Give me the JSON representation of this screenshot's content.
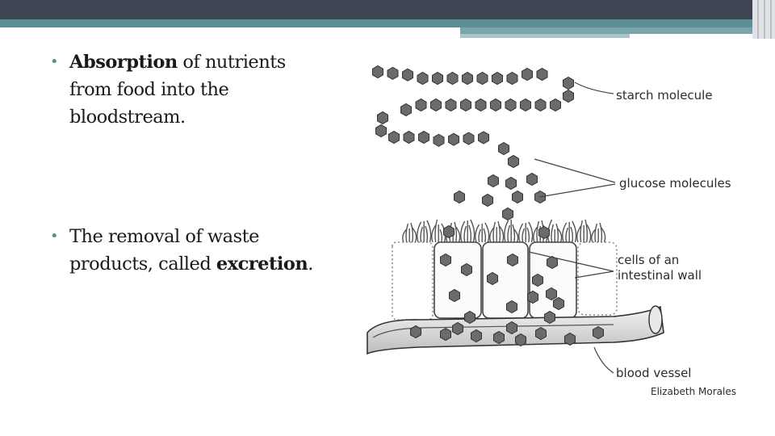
{
  "bullets": [
    {
      "bold_lead": "Absorption",
      "rest": " of nutrients from food into the bloodstream.",
      "bold_tail": "",
      "tail": ""
    },
    {
      "bold_lead": "",
      "rest": "The removal of waste products, called ",
      "bold_tail": "excretion",
      "tail": "."
    }
  ],
  "diagram": {
    "labels": {
      "starch": "starch molecule",
      "glucose": "glucose molecules",
      "cells_line1": "cells of an",
      "cells_line2": "intestinal wall",
      "vessel": "blood vessel"
    },
    "credit": "Elizabeth Morales"
  },
  "colors": {
    "header": "#3d4452",
    "accent": "#5e8f96",
    "molecule": "#6b6b6b"
  }
}
